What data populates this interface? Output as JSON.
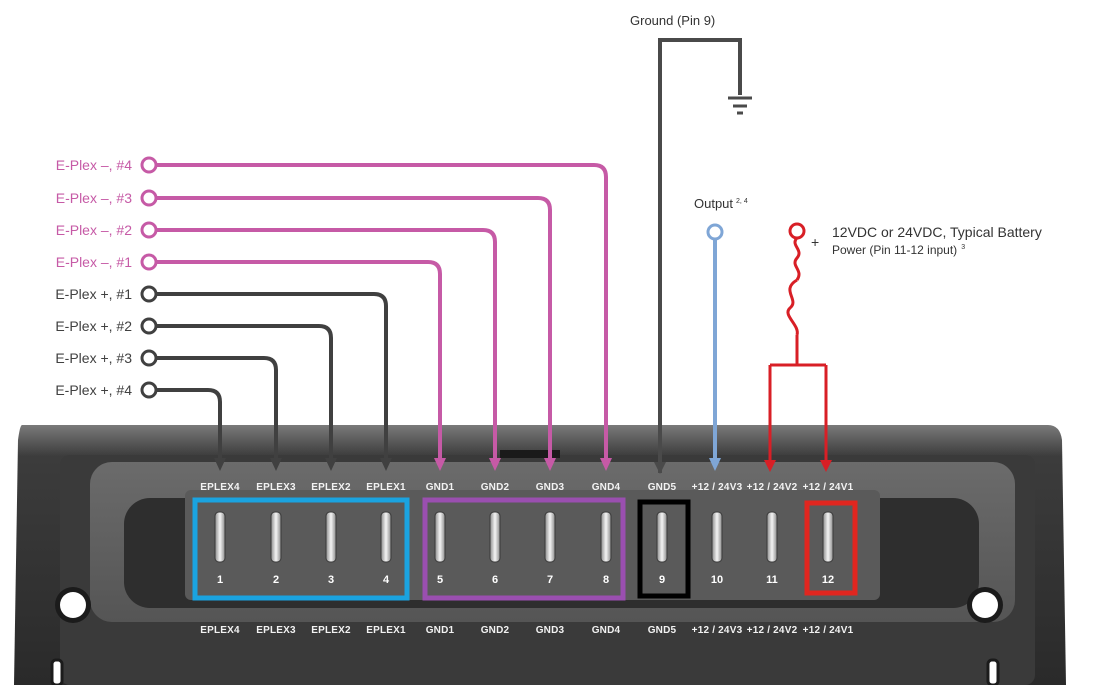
{
  "ground": {
    "label": "Ground (Pin 9)"
  },
  "output": {
    "label": "Output",
    "sup": "2, 4"
  },
  "power": {
    "line1": "12VDC or 24VDC, Typical Battery",
    "line2": "Power (Pin 11-12 input)",
    "sup": "3",
    "plus": "+"
  },
  "wires": [
    {
      "label": "E-Plex –, #4",
      "color": "#c65aa6"
    },
    {
      "label": "E-Plex –, #3",
      "color": "#c65aa6"
    },
    {
      "label": "E-Plex –, #2",
      "color": "#c65aa6"
    },
    {
      "label": "E-Plex –, #1",
      "color": "#c65aa6"
    },
    {
      "label": "E-Plex +, #1",
      "color": "#404040"
    },
    {
      "label": "E-Plex +, #2",
      "color": "#404040"
    },
    {
      "label": "E-Plex +, #3",
      "color": "#404040"
    },
    {
      "label": "E-Plex +, #4",
      "color": "#404040"
    }
  ],
  "pins": [
    {
      "top": "EPLEX4",
      "num": "1",
      "bottom": "EPLEX4"
    },
    {
      "top": "EPLEX3",
      "num": "2",
      "bottom": "EPLEX3"
    },
    {
      "top": "EPLEX2",
      "num": "3",
      "bottom": "EPLEX2"
    },
    {
      "top": "EPLEX1",
      "num": "4",
      "bottom": "EPLEX1"
    },
    {
      "top": "GND1",
      "num": "5",
      "bottom": "GND1"
    },
    {
      "top": "GND2",
      "num": "6",
      "bottom": "GND2"
    },
    {
      "top": "GND3",
      "num": "7",
      "bottom": "GND3"
    },
    {
      "top": "GND4",
      "num": "8",
      "bottom": "GND4"
    },
    {
      "top": "GND5",
      "num": "9",
      "bottom": "GND5"
    },
    {
      "top": "+12 / 24V3",
      "num": "10",
      "bottom": "+12 / 24V3"
    },
    {
      "top": "+12 / 24V2",
      "num": "11",
      "bottom": "+12 / 24V2"
    },
    {
      "top": "+12 / 24V1",
      "num": "12",
      "bottom": "+12 / 24V1"
    }
  ],
  "colors": {
    "eplex_minus": "#c65aa6",
    "eplex_plus": "#404040",
    "output": "#7fa6d6",
    "power": "#d81f26",
    "group_blue": "#1aa3e0",
    "group_purple": "#9a4fb0",
    "group_black": "#000000",
    "group_red": "#e0261f",
    "housing": "#4a4a4a"
  }
}
